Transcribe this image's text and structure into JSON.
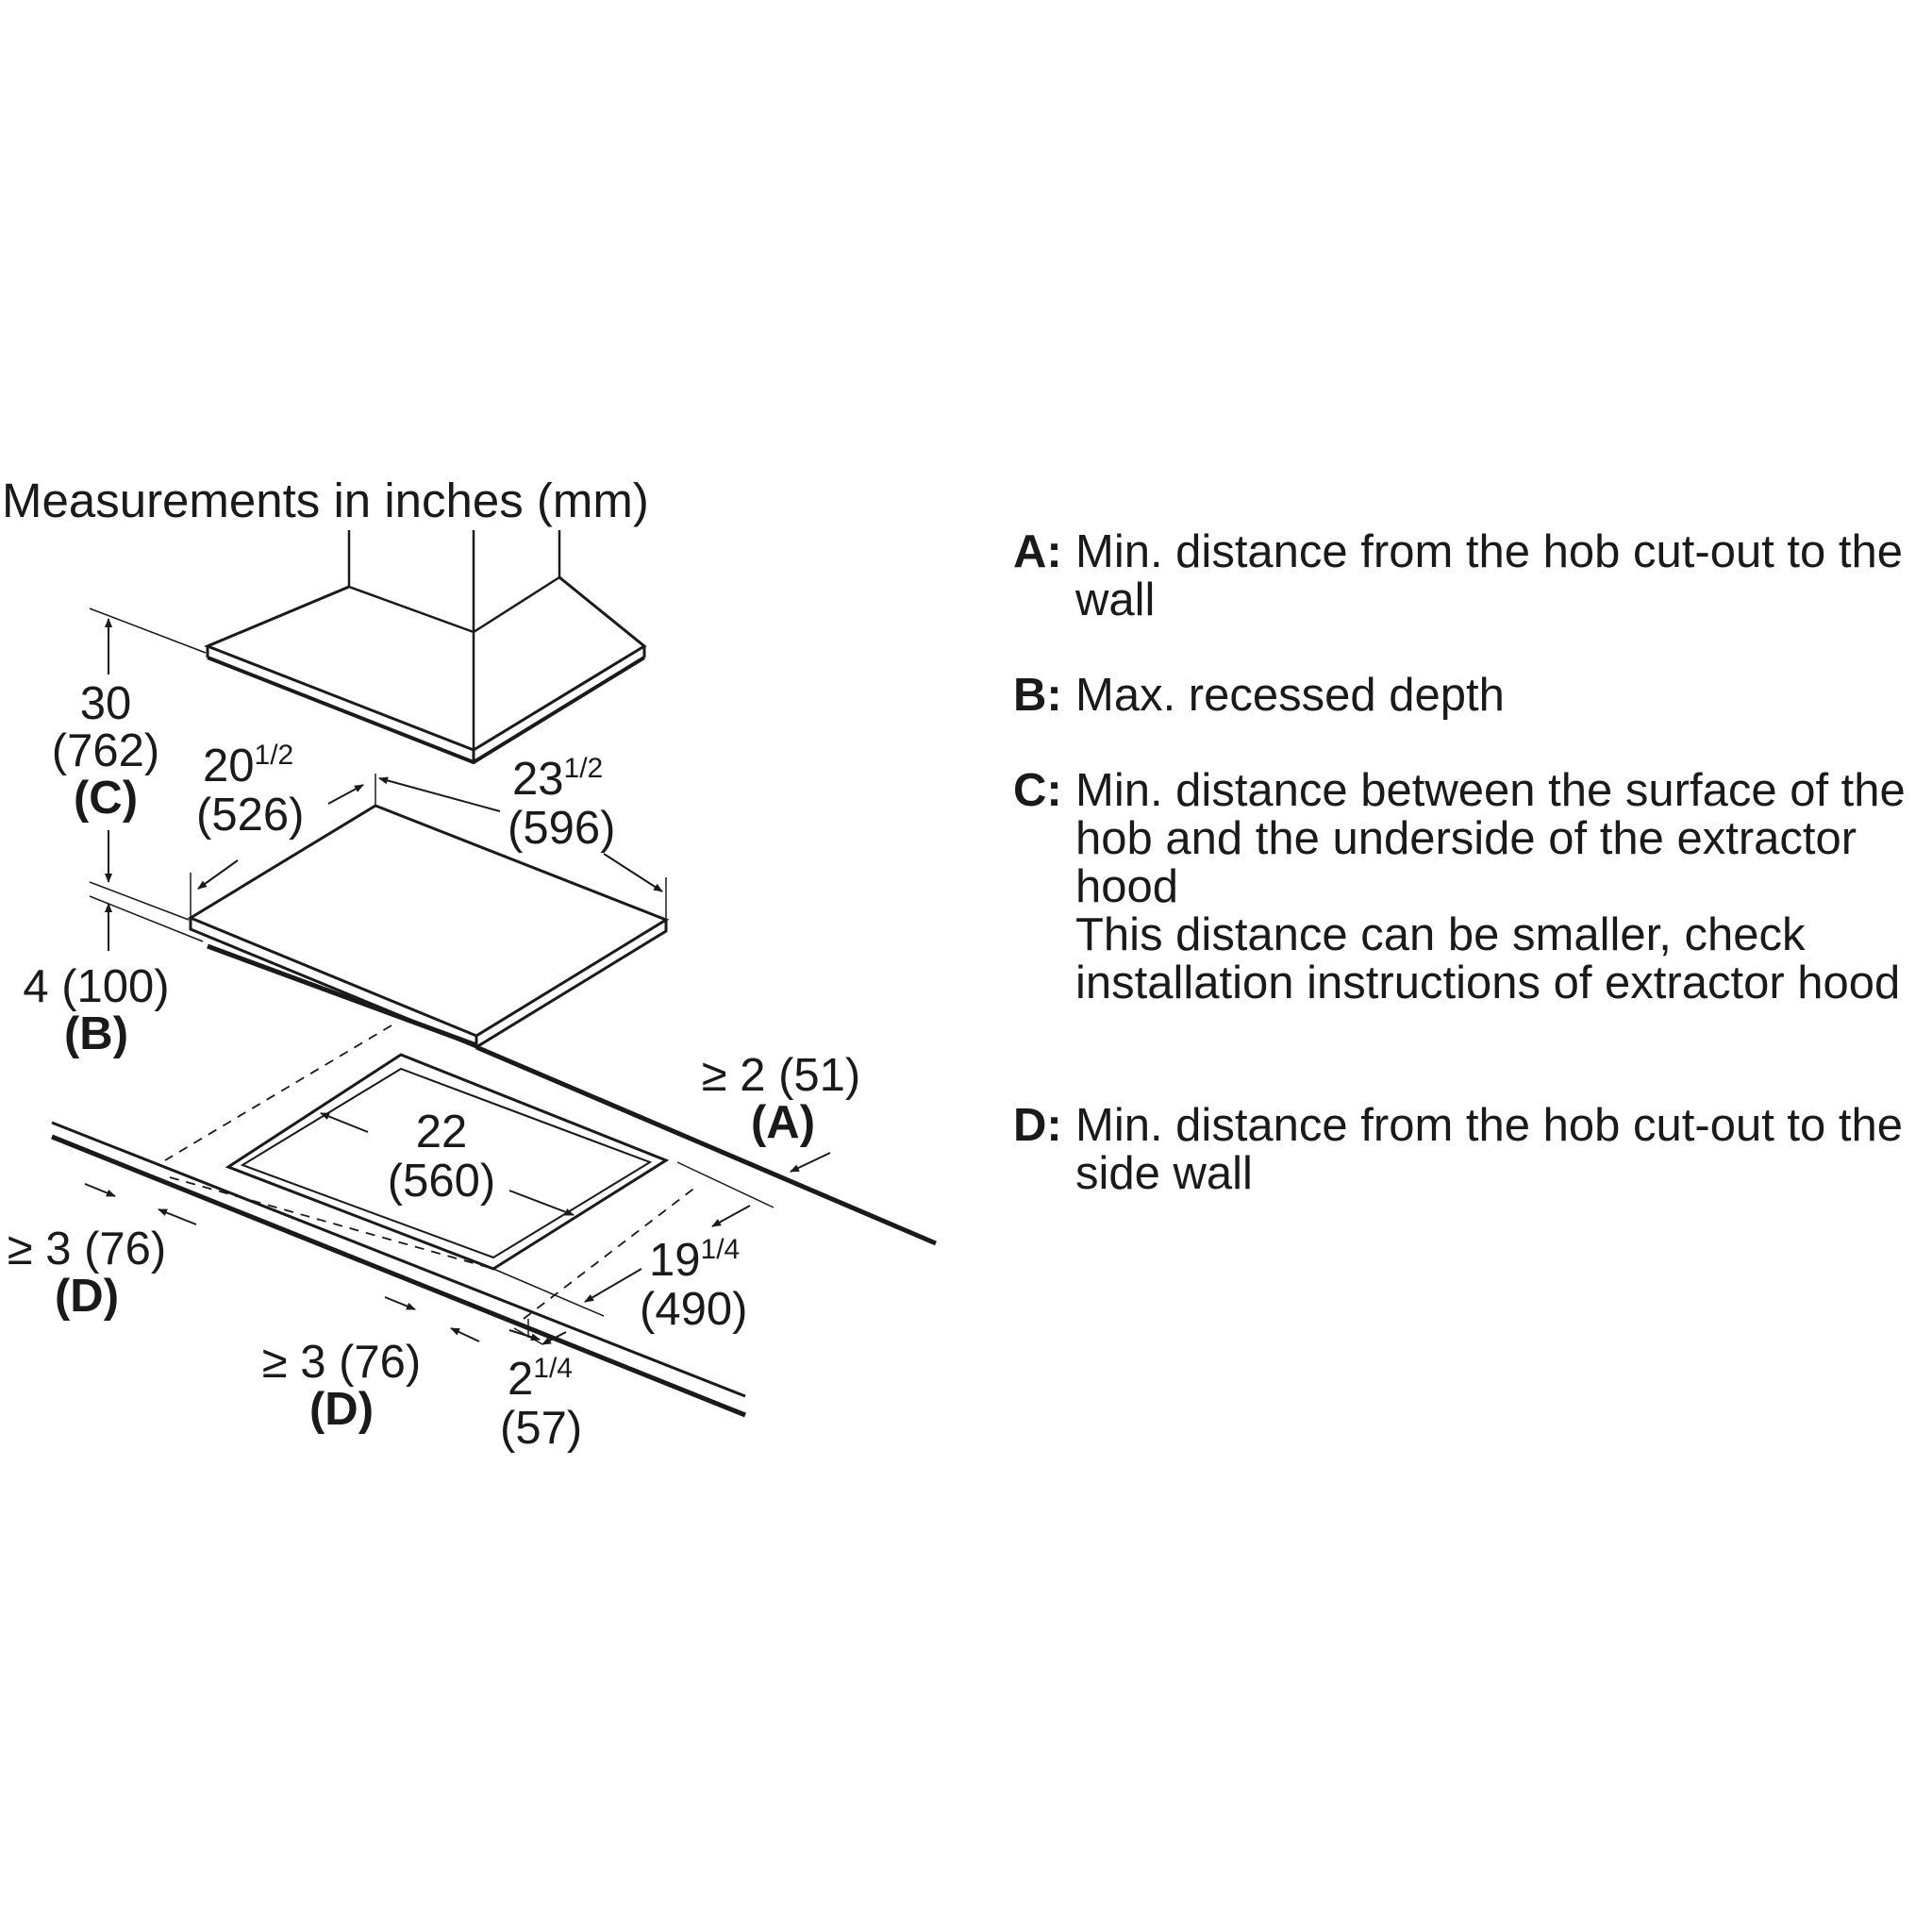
{
  "title": "Measurements in inches (mm)",
  "dimensions": {
    "hood_height": {
      "value": "30",
      "mm": "(762)",
      "key": "(C)"
    },
    "hob_depth": {
      "main": "20",
      "frac": "1/2",
      "mm": "(526)"
    },
    "hob_width": {
      "main": "23",
      "frac": "1/2",
      "mm": "(596)"
    },
    "recess": {
      "value": "4 (100)",
      "key": "(B)"
    },
    "wall_dist": {
      "value": "≥ 2 (51)",
      "key": "(A)"
    },
    "cutout_width": {
      "value": "22",
      "mm": "(560)"
    },
    "cutout_depth": {
      "main": "19",
      "frac": "1/4",
      "mm": "(490)"
    },
    "side_left": {
      "value": "≥ 3 (76)",
      "key": "(D)"
    },
    "side_front": {
      "value": "≥ 3 (76)",
      "key": "(D)"
    },
    "front_dist": {
      "main": "2",
      "frac": "1/4",
      "mm": "(57)"
    }
  },
  "legend": [
    {
      "key": "A:",
      "text": "Min. distance from the hob cut-out to the wall",
      "note": ""
    },
    {
      "key": "B:",
      "text": "Max. recessed depth",
      "note": ""
    },
    {
      "key": "C:",
      "text": "Min. distance between the surface of the hob and the underside of the extractor hood",
      "note": "This distance can be smaller, check installation instructions of extractor hood"
    },
    {
      "key": "D:",
      "text": "Min. distance from the hob cut-out to the side wall",
      "note": ""
    }
  ]
}
